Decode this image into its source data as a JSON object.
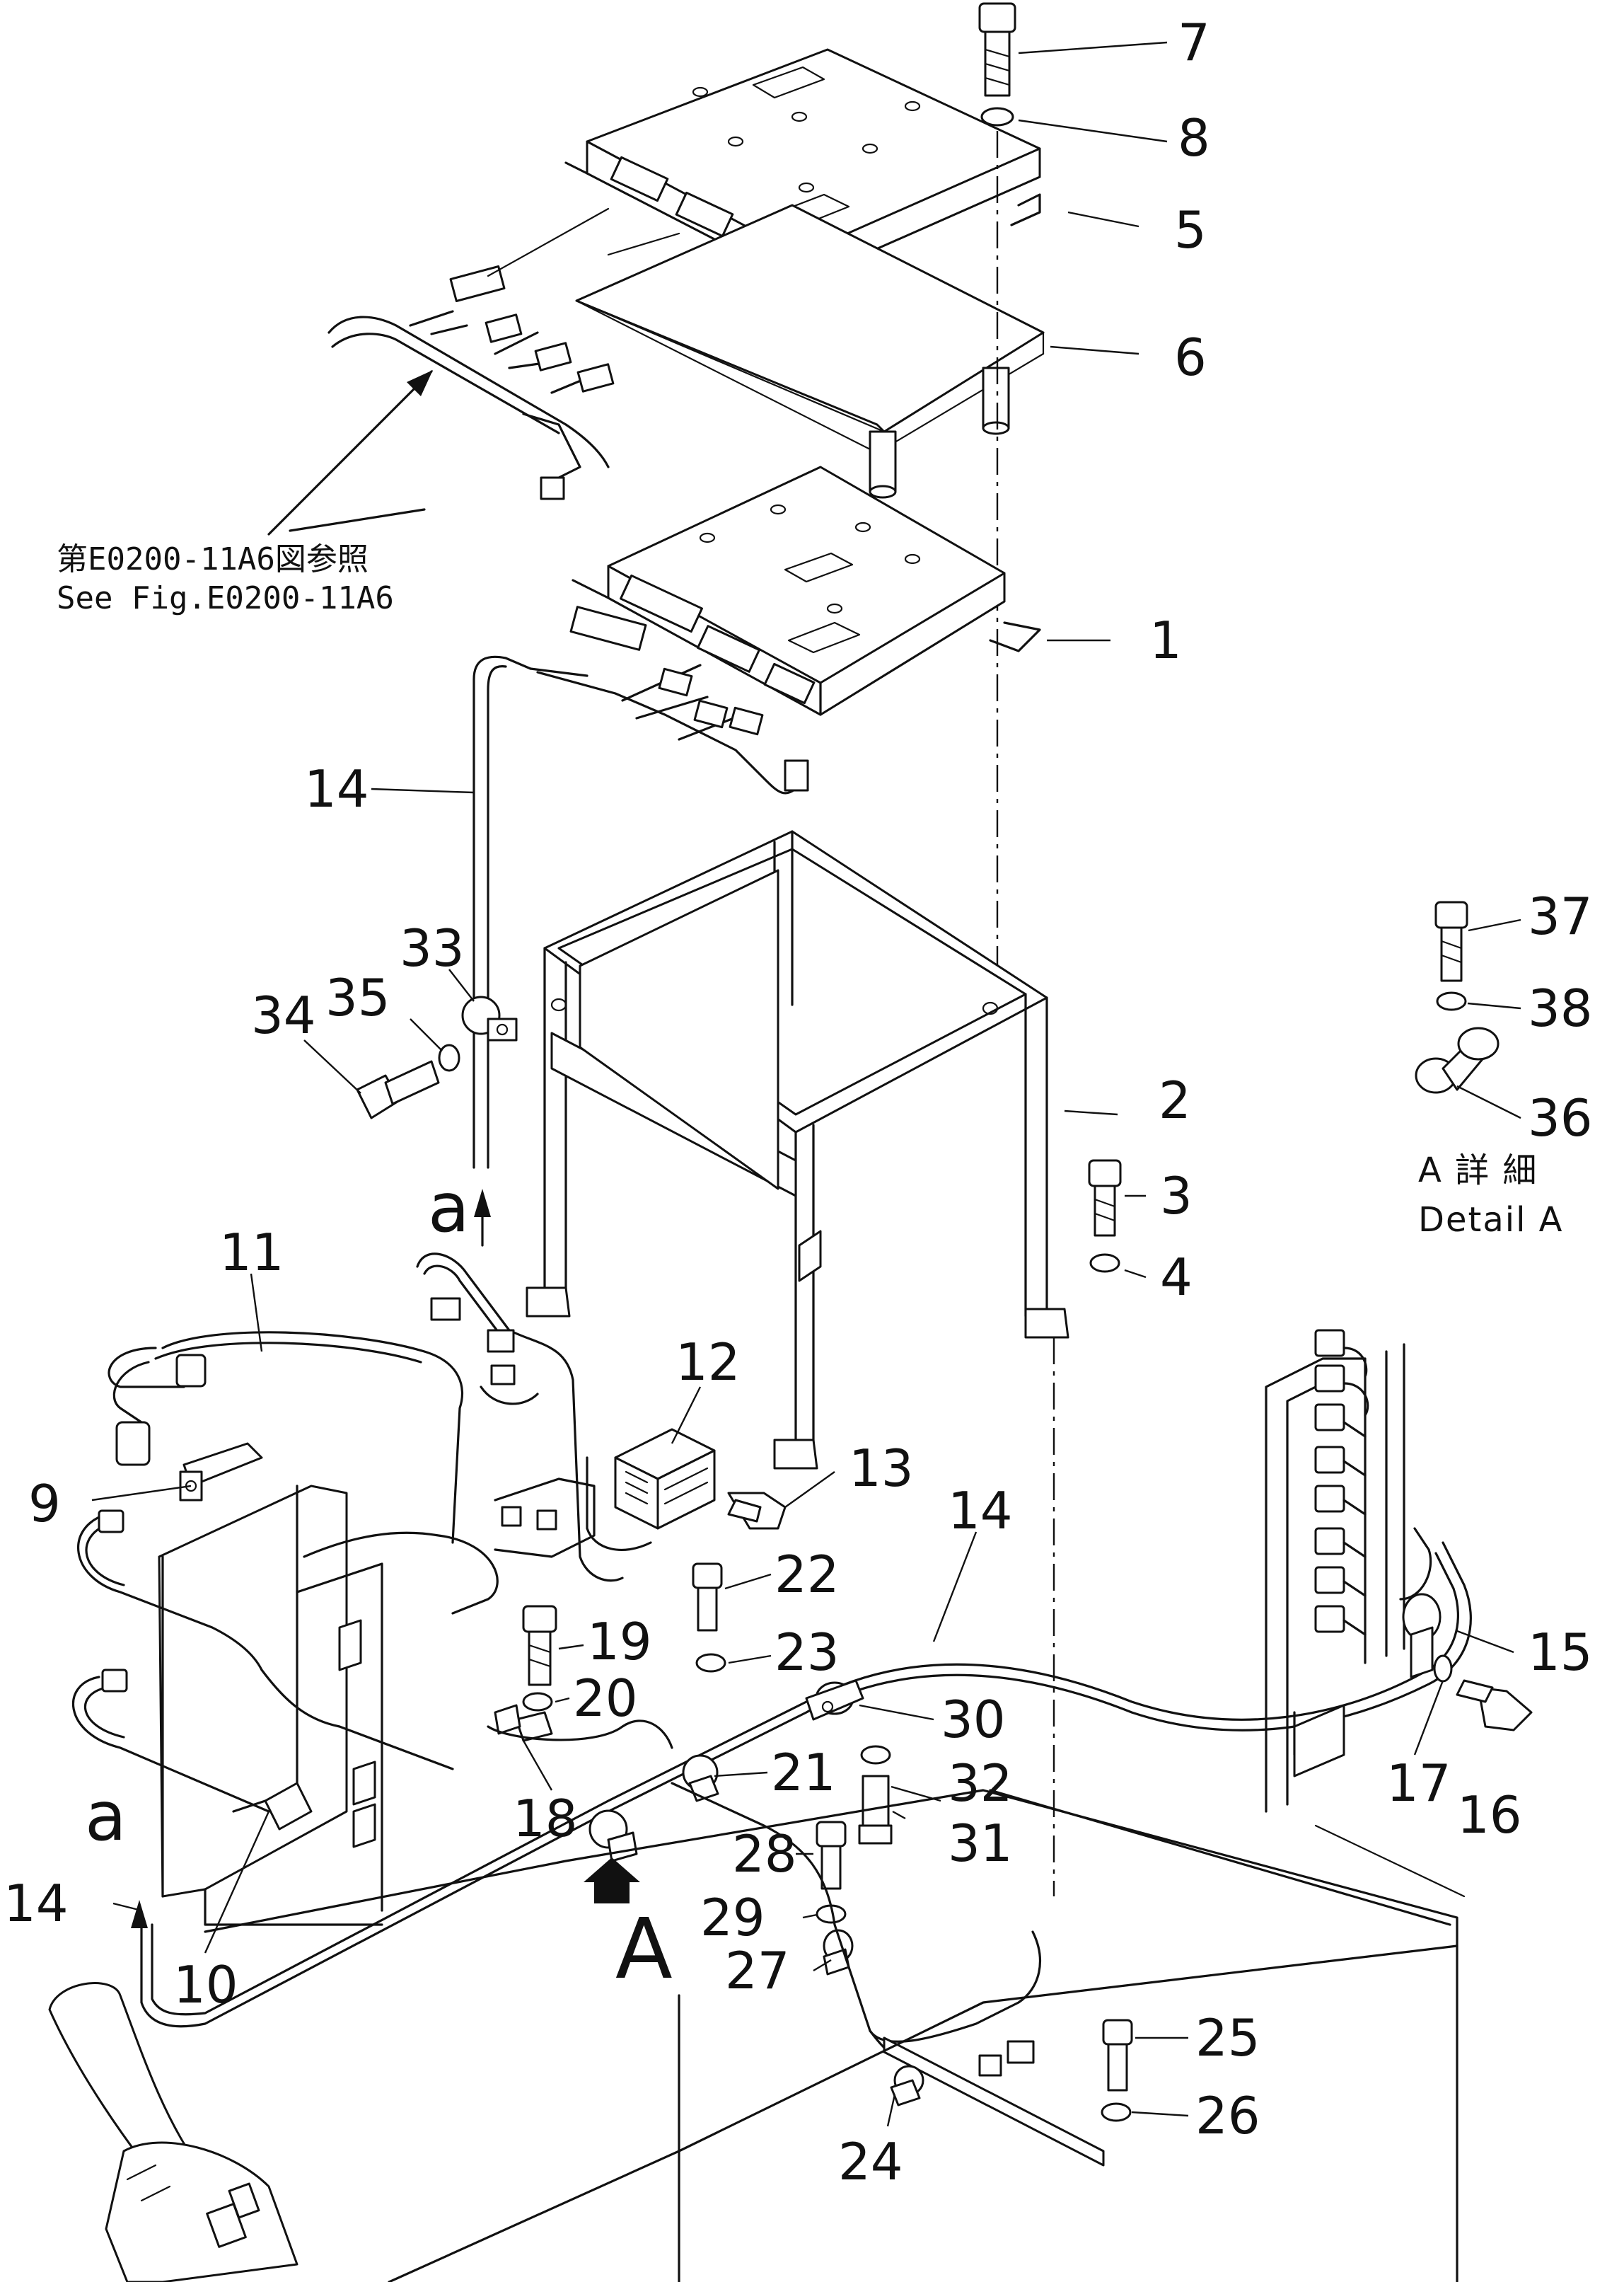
{
  "reference_note": {
    "line_jp": "第E0200-11A6図参照",
    "line_en": "See Fig.E0200-11A6"
  },
  "detail_a": {
    "line_jp": "A 詳 細",
    "line_en": "Detail A"
  },
  "view_letter": "A",
  "section_marks": {
    "top": "a",
    "left": "a"
  },
  "callouts": [
    {
      "id": "c1",
      "label": "1"
    },
    {
      "id": "c2",
      "label": "2"
    },
    {
      "id": "c3",
      "label": "3"
    },
    {
      "id": "c4",
      "label": "4"
    },
    {
      "id": "c5",
      "label": "5"
    },
    {
      "id": "c6",
      "label": "6"
    },
    {
      "id": "c7",
      "label": "7"
    },
    {
      "id": "c8",
      "label": "8"
    },
    {
      "id": "c9",
      "label": "9"
    },
    {
      "id": "c10",
      "label": "10"
    },
    {
      "id": "c11",
      "label": "11"
    },
    {
      "id": "c12",
      "label": "12"
    },
    {
      "id": "c13",
      "label": "13"
    },
    {
      "id": "c14a",
      "label": "14"
    },
    {
      "id": "c14b",
      "label": "14"
    },
    {
      "id": "c14c",
      "label": "14"
    },
    {
      "id": "c15",
      "label": "15"
    },
    {
      "id": "c16",
      "label": "16"
    },
    {
      "id": "c17",
      "label": "17"
    },
    {
      "id": "c18",
      "label": "18"
    },
    {
      "id": "c19",
      "label": "19"
    },
    {
      "id": "c20",
      "label": "20"
    },
    {
      "id": "c21",
      "label": "21"
    },
    {
      "id": "c22",
      "label": "22"
    },
    {
      "id": "c23",
      "label": "23"
    },
    {
      "id": "c24",
      "label": "24"
    },
    {
      "id": "c25",
      "label": "25"
    },
    {
      "id": "c26",
      "label": "26"
    },
    {
      "id": "c27",
      "label": "27"
    },
    {
      "id": "c28",
      "label": "28"
    },
    {
      "id": "c29",
      "label": "29"
    },
    {
      "id": "c30",
      "label": "30"
    },
    {
      "id": "c31",
      "label": "31"
    },
    {
      "id": "c32",
      "label": "32"
    },
    {
      "id": "c33",
      "label": "33"
    },
    {
      "id": "c34",
      "label": "34"
    },
    {
      "id": "c35",
      "label": "35"
    },
    {
      "id": "c36",
      "label": "36"
    },
    {
      "id": "c37",
      "label": "37"
    },
    {
      "id": "c38",
      "label": "38"
    }
  ]
}
